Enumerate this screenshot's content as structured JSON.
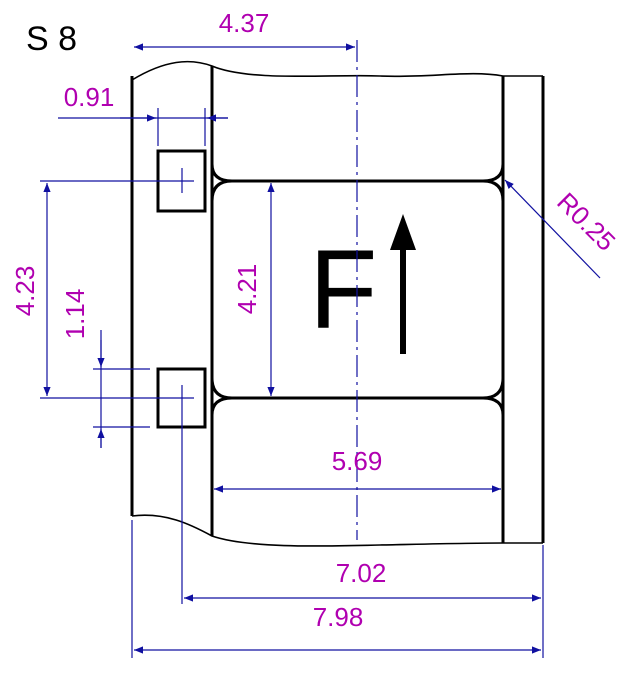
{
  "title": "S 8",
  "film_mark": "F",
  "colors": {
    "outline": "#000000",
    "dimension_line": "#1010a0",
    "dimension_text": "#b000b0"
  },
  "dimensions": {
    "sprocket_center_to_centerline": "4.37",
    "edge_to_sprocket_edge": "0.91",
    "perforation_pitch": "4.23",
    "perforation_height": "1.14",
    "frame_height": "4.21",
    "corner_radius": "R0.25",
    "frame_width": "5.69",
    "sprocket_center_to_far_edge": "7.02",
    "film_width": "7.98"
  }
}
